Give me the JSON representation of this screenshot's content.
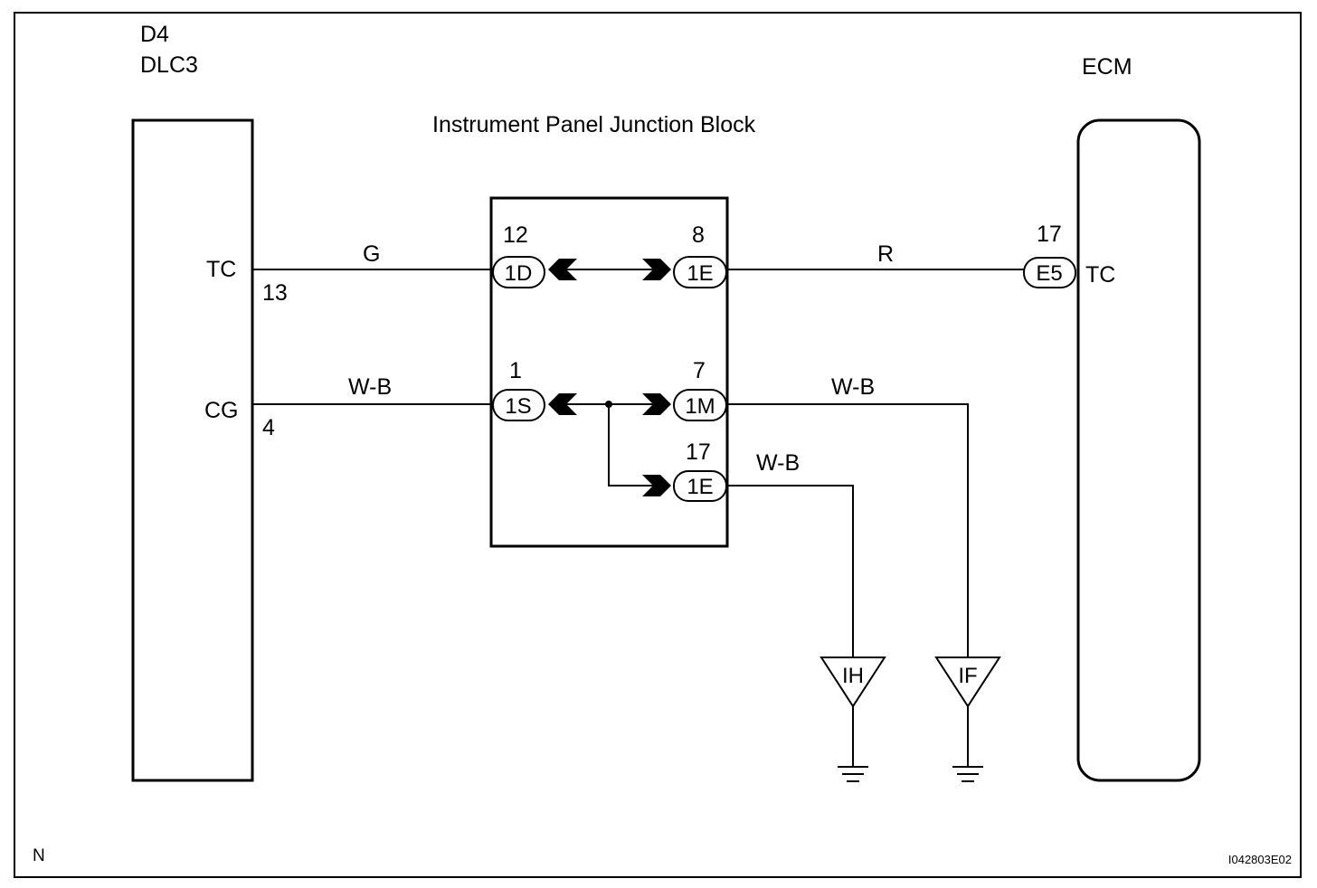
{
  "dlc3": {
    "ref": "D4",
    "name": "DLC3",
    "pins": [
      {
        "label": "TC",
        "number": "13"
      },
      {
        "label": "CG",
        "number": "4"
      }
    ]
  },
  "ecm": {
    "name": "ECM",
    "pin_label": "TC",
    "pin_number": "17",
    "connector": "E5"
  },
  "junction_block": {
    "title": "Instrument Panel Junction Block",
    "connectors": [
      {
        "id": "1D",
        "pin": "12"
      },
      {
        "id": "1E",
        "pin": "8"
      },
      {
        "id": "1S",
        "pin": "1"
      },
      {
        "id": "1M",
        "pin": "7"
      },
      {
        "id": "1E",
        "pin": "17"
      }
    ]
  },
  "wires": {
    "tc_left": "G",
    "tc_right": "R",
    "cg_left": "W-B",
    "cg_right": "W-B",
    "ground_branch": "W-B"
  },
  "grounds": [
    "IH",
    "IF"
  ],
  "footer": {
    "left": "N",
    "right": "I042803E02"
  }
}
